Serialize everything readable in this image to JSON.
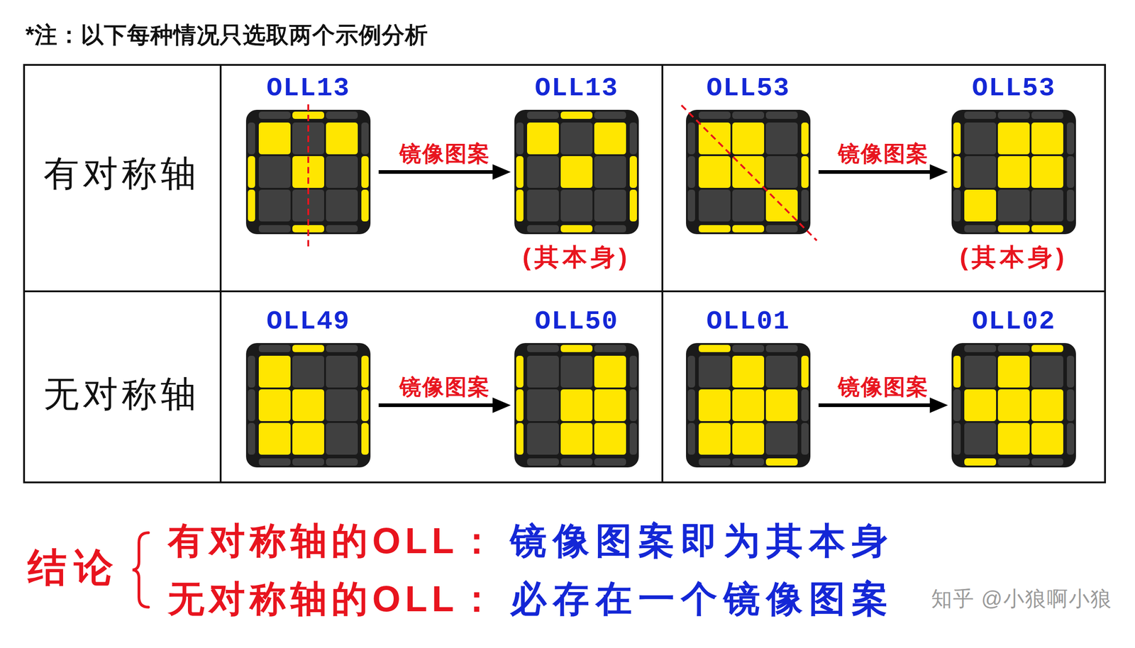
{
  "diagram": {
    "nodes": [
      {
        "text": [
          "OLL13"
        ]
      },
      {
        "text": [
          "OLL13",
          "(其本身)"
        ]
      },
      {
        "text": [
          "OLL53"
        ]
      },
      {
        "text": [
          "OLL53",
          "(其本身)"
        ]
      },
      {
        "text": [
          "OLL49"
        ]
      },
      {
        "text": [
          "OLL50"
        ]
      },
      {
        "text": [
          "OLL01"
        ]
      },
      {
        "text": [
          "OLL02"
        ]
      }
    ],
    "edges": [
      {
        "from": 0,
        "to": 1,
        "label": "镜像图案",
        "arrow": "to"
      },
      {
        "from": 2,
        "to": 3,
        "label": "镜像图案",
        "arrow": "to"
      },
      {
        "from": 4,
        "to": 5,
        "label": "镜像图案",
        "arrow": "to"
      },
      {
        "from": 6,
        "to": 7,
        "label": "镜像图案",
        "arrow": "to"
      }
    ],
    "labels": [
      "*注：以下每种情况只选取两个示例分析",
      "有对称轴",
      "无对称轴",
      "结论",
      "有对称轴的OLL：",
      "镜像图案即为其本身",
      "无对称轴的OLL：",
      "必存在一个镜像图案",
      "知乎 @小狼啊小狼"
    ]
  }
}
